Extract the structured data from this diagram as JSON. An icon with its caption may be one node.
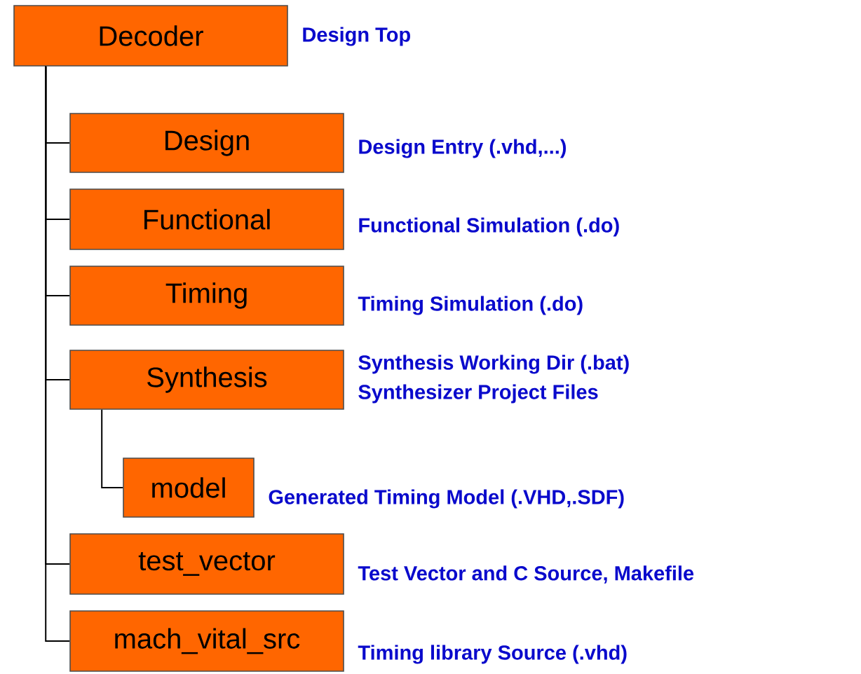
{
  "diagram": {
    "nodes": [
      {
        "text": [
          "Decoder"
        ],
        "beside": [
          "Design Top"
        ]
      },
      {
        "text": [
          "Design"
        ],
        "beside": [
          "Design Entry (.vhd,...)"
        ]
      },
      {
        "text": [
          "Functional"
        ],
        "beside": [
          "Functional Simulation (.do)"
        ]
      },
      {
        "text": [
          "Timing"
        ],
        "beside": [
          "Timing Simulation (.do)"
        ]
      },
      {
        "text": [
          "Synthesis"
        ],
        "beside": [
          "Synthesis Working Dir (.bat)",
          "Synthesizer Project Files"
        ]
      },
      {
        "text": [
          "model"
        ],
        "beside": [
          "Generated Timing Model (.VHD,.SDF)"
        ]
      },
      {
        "text": [
          "test_vector"
        ],
        "beside": [
          "Test Vector and C Source, Makefile"
        ]
      },
      {
        "text": [
          "mach_vital_src"
        ],
        "beside": [
          "Timing library Source (.vhd)"
        ]
      }
    ],
    "edges": [
      {
        "from": 0,
        "to": 1,
        "arrow": "none"
      },
      {
        "from": 0,
        "to": 2,
        "arrow": "none"
      },
      {
        "from": 0,
        "to": 3,
        "arrow": "none"
      },
      {
        "from": 0,
        "to": 4,
        "arrow": "none"
      },
      {
        "from": 4,
        "to": 5,
        "arrow": "none"
      },
      {
        "from": 0,
        "to": 6,
        "arrow": "none"
      },
      {
        "from": 0,
        "to": 7,
        "arrow": "none"
      }
    ]
  }
}
